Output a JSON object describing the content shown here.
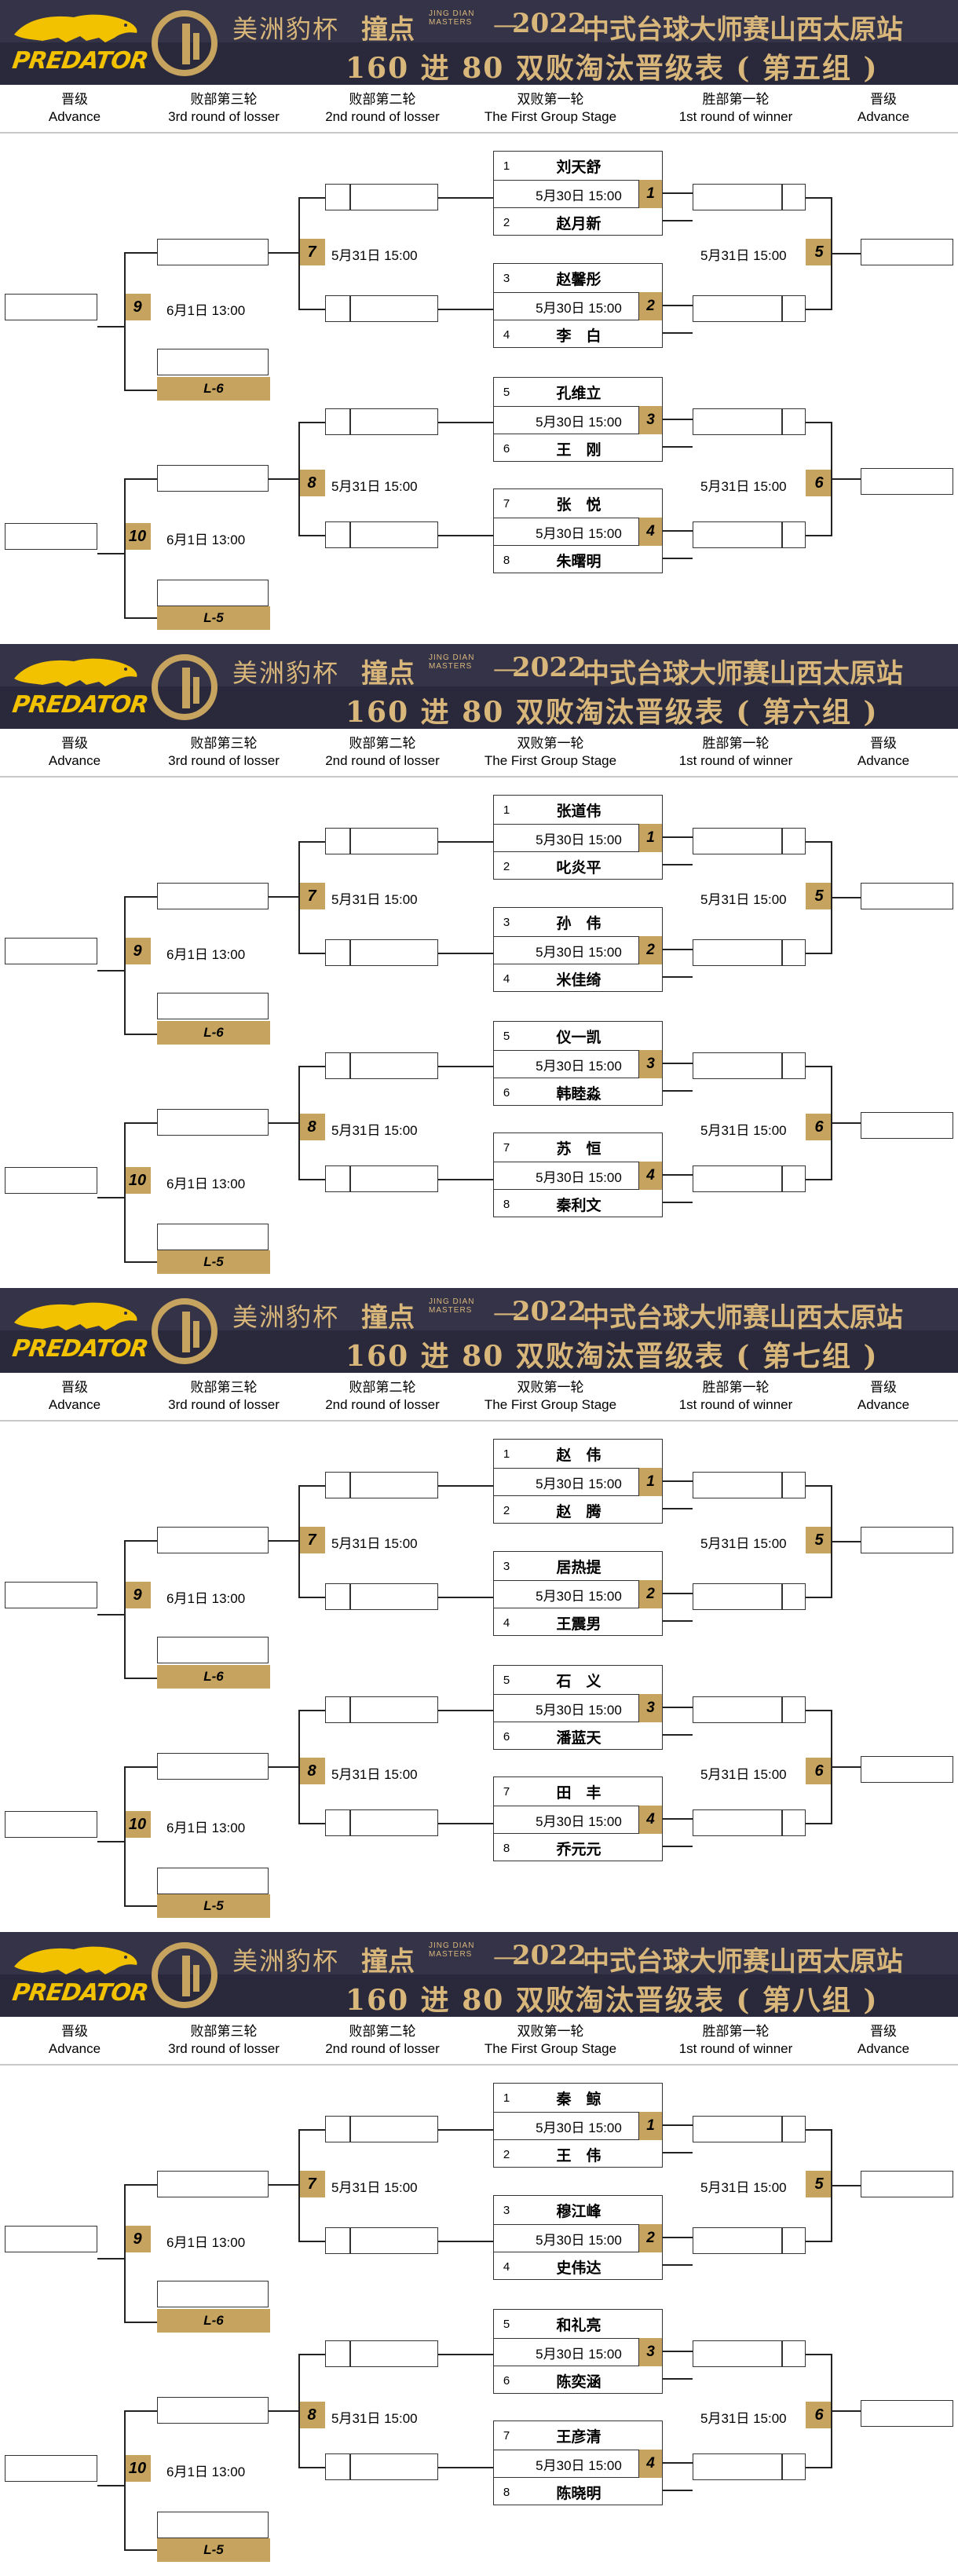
{
  "brand": {
    "logo_text": "PREDATOR",
    "cup_name": "美洲豹杯",
    "jd_cn": "撞点",
    "jd_en": "JING DIAN MASTERS",
    "dash": "—",
    "year": "2022",
    "event": "中式台球大师赛山西太原站"
  },
  "columns": [
    {
      "cn": "晋级",
      "en": "Advance"
    },
    {
      "cn": "败部第三轮",
      "en": "3rd round of losser"
    },
    {
      "cn": "败部第二轮",
      "en": "2nd round of losser"
    },
    {
      "cn": "双败第一轮",
      "en": "The First Group Stage"
    },
    {
      "cn": "胜部第一轮",
      "en": "1st round of winner"
    },
    {
      "cn": "晋级",
      "en": "Advance"
    }
  ],
  "common": {
    "first_round_time": "5月30日 15:00",
    "round2_time": "5月31日 15:00",
    "round3_time": "6月1日 13:00",
    "label_l6": "L-6",
    "label_l5": "L-5"
  },
  "groups": [
    {
      "title": "160 进 80  双败淘汰晋级表 ( 第五组 )",
      "players": [
        {
          "num": "1",
          "name": "刘天舒"
        },
        {
          "num": "2",
          "name": "赵月新"
        },
        {
          "num": "3",
          "name": "赵馨彤"
        },
        {
          "num": "4",
          "name": "李　白"
        },
        {
          "num": "5",
          "name": "孔维立"
        },
        {
          "num": "6",
          "name": "王　刚"
        },
        {
          "num": "7",
          "name": "张　悦"
        },
        {
          "num": "8",
          "name": "朱曙明"
        }
      ]
    },
    {
      "title": "160 进 80  双败淘汰晋级表 ( 第六组 )",
      "players": [
        {
          "num": "1",
          "name": "张道伟"
        },
        {
          "num": "2",
          "name": "叱炎平"
        },
        {
          "num": "3",
          "name": "孙　伟"
        },
        {
          "num": "4",
          "name": "米佳绮"
        },
        {
          "num": "5",
          "name": "仪一凯"
        },
        {
          "num": "6",
          "name": "韩睦淼"
        },
        {
          "num": "7",
          "name": "苏　恒"
        },
        {
          "num": "8",
          "name": "秦利文"
        }
      ]
    },
    {
      "title": "160 进 80  双败淘汰晋级表 ( 第七组 )",
      "players": [
        {
          "num": "1",
          "name": "赵　伟"
        },
        {
          "num": "2",
          "name": "赵　腾"
        },
        {
          "num": "3",
          "name": "居热提"
        },
        {
          "num": "4",
          "name": "王震男"
        },
        {
          "num": "5",
          "name": "石　义"
        },
        {
          "num": "6",
          "name": "潘蓝天"
        },
        {
          "num": "7",
          "name": "田　丰"
        },
        {
          "num": "8",
          "name": "乔元元"
        }
      ]
    },
    {
      "title": "160 进 80  双败淘汰晋级表 ( 第八组 )",
      "players": [
        {
          "num": "1",
          "name": "秦　鲸"
        },
        {
          "num": "2",
          "name": "王　伟"
        },
        {
          "num": "3",
          "name": "穆江峰"
        },
        {
          "num": "4",
          "name": "史伟达"
        },
        {
          "num": "5",
          "name": "和礼亮"
        },
        {
          "num": "6",
          "name": "陈奕涵"
        },
        {
          "num": "7",
          "name": "王彦清"
        },
        {
          "num": "8",
          "name": "陈晓明"
        }
      ]
    }
  ]
}
